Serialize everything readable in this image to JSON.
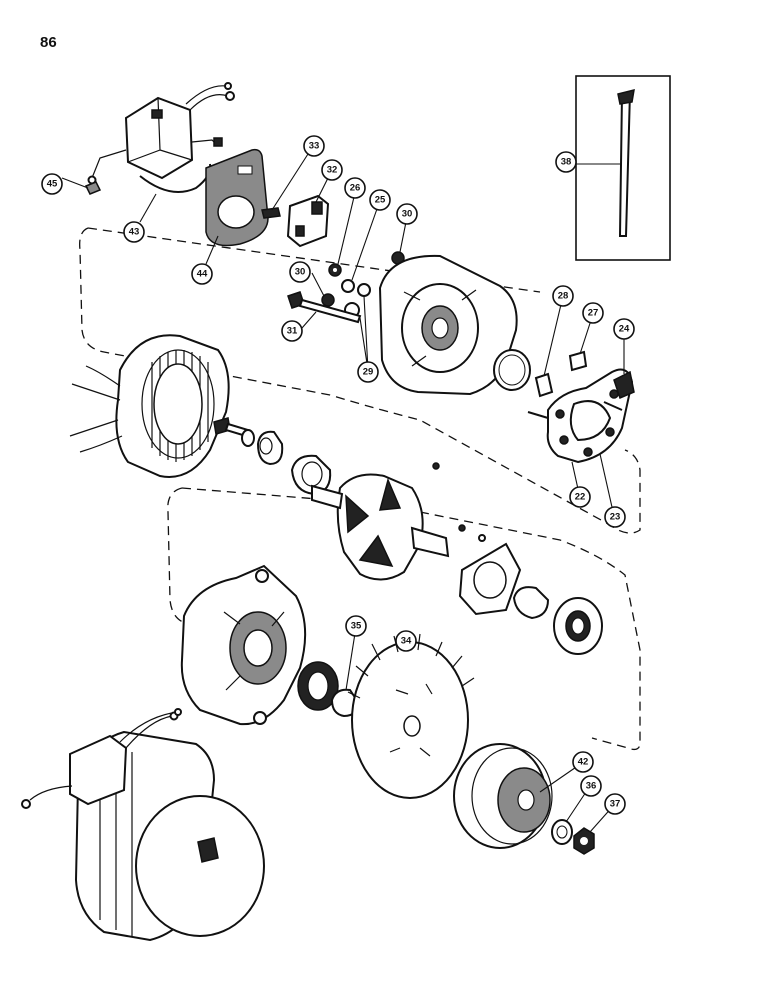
{
  "page": {
    "number": "86"
  },
  "callouts": {
    "c45": "45",
    "c43": "43",
    "c44": "44",
    "c33": "33",
    "c32": "32",
    "c26": "26",
    "c25": "25",
    "c30a": "30",
    "c30b": "30",
    "c31": "31",
    "c29": "29",
    "c38": "38",
    "c28": "28",
    "c27": "27",
    "c24": "24",
    "c22": "22",
    "c23": "23",
    "c35": "35",
    "c34": "34",
    "c42": "42",
    "c36": "36",
    "c37": "37"
  }
}
